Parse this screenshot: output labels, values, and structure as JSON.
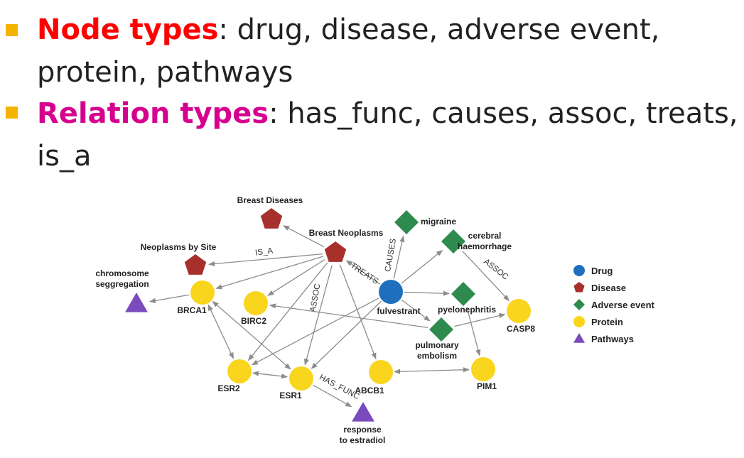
{
  "bullets": [
    {
      "keyword": "Node types",
      "keyword_color": "#ff0000",
      "line1": ": drug, disease, adverse event,",
      "line2": "protein, pathways"
    },
    {
      "keyword": "Relation types",
      "keyword_color": "#d6008f",
      "line1": ": has_func, causes, assoc, treats,",
      "line2": "is_a"
    }
  ],
  "bullet_color": "#f5b400",
  "colors": {
    "drug": "#1f6fbf",
    "disease": "#a8302c",
    "adverse_event": "#2e8b4d",
    "protein": "#f9d51e",
    "pathway": "#7b4bbd",
    "edge": "#8c8c8c"
  },
  "legend": [
    {
      "key": "drug",
      "shape": "circle",
      "label": "Drug"
    },
    {
      "key": "disease",
      "shape": "pentagon",
      "label": "Disease"
    },
    {
      "key": "adverse_event",
      "shape": "diamond",
      "label": "Adverse event"
    },
    {
      "key": "protein",
      "shape": "circle",
      "label": "Protein"
    },
    {
      "key": "pathway",
      "shape": "triangle",
      "label": "Pathways"
    }
  ],
  "nodes": [
    {
      "id": "breast_diseases",
      "type": "disease",
      "label": [
        "Breast Diseases"
      ]
    },
    {
      "id": "breast_neoplasms",
      "type": "disease",
      "label": [
        "Breast Neoplasms"
      ]
    },
    {
      "id": "neoplasms_by_site",
      "type": "disease",
      "label": [
        "Neoplasms by Site"
      ]
    },
    {
      "id": "migraine",
      "type": "adverse_event",
      "label": [
        "migraine"
      ]
    },
    {
      "id": "cerebral_haemorrhage",
      "type": "adverse_event",
      "label": [
        "cerebral",
        "haemorrhage"
      ]
    },
    {
      "id": "pyelonephritis",
      "type": "adverse_event",
      "label": [
        "pyelonephritis"
      ]
    },
    {
      "id": "pulmonary_embolism",
      "type": "adverse_event",
      "label": [
        "pulmonary",
        "embolism"
      ]
    },
    {
      "id": "fulvestrant",
      "type": "drug",
      "label": [
        "fulvestrant"
      ]
    },
    {
      "id": "chromosome_seggregation",
      "type": "pathway",
      "label": [
        "chromosome",
        "seggregation"
      ]
    },
    {
      "id": "response_to_estradiol",
      "type": "pathway",
      "label": [
        "response",
        "to estradiol"
      ]
    },
    {
      "id": "brca1",
      "type": "protein",
      "label": [
        "BRCA1"
      ]
    },
    {
      "id": "birc2",
      "type": "protein",
      "label": [
        "BIRC2"
      ]
    },
    {
      "id": "casp8",
      "type": "protein",
      "label": [
        "CASP8"
      ]
    },
    {
      "id": "esr2",
      "type": "protein",
      "label": [
        "ESR2"
      ]
    },
    {
      "id": "esr1",
      "type": "protein",
      "label": [
        "ESR1"
      ]
    },
    {
      "id": "abcb1",
      "type": "protein",
      "label": [
        "ABCB1"
      ]
    },
    {
      "id": "pim1",
      "type": "protein",
      "label": [
        "PIM1"
      ]
    }
  ],
  "edges": [
    {
      "source": "breast_neoplasms",
      "target": "breast_diseases",
      "label": "",
      "bidirectional": false
    },
    {
      "source": "breast_neoplasms",
      "target": "neoplasms_by_site",
      "label": "IS_A",
      "bidirectional": false
    },
    {
      "source": "breast_neoplasms",
      "target": "brca1",
      "label": "",
      "bidirectional": false
    },
    {
      "source": "breast_neoplasms",
      "target": "birc2",
      "label": "",
      "bidirectional": false
    },
    {
      "source": "breast_neoplasms",
      "target": "esr2",
      "label": "",
      "bidirectional": false
    },
    {
      "source": "breast_neoplasms",
      "target": "esr1",
      "label": "ASSOC",
      "bidirectional": false
    },
    {
      "source": "breast_neoplasms",
      "target": "abcb1",
      "label": "",
      "bidirectional": false
    },
    {
      "source": "fulvestrant",
      "target": "breast_neoplasms",
      "label": "TREATS",
      "bidirectional": false
    },
    {
      "source": "fulvestrant",
      "target": "migraine",
      "label": "CAUSES",
      "bidirectional": false
    },
    {
      "source": "fulvestrant",
      "target": "cerebral_haemorrhage",
      "label": "",
      "bidirectional": false
    },
    {
      "source": "fulvestrant",
      "target": "pyelonephritis",
      "label": "",
      "bidirectional": false
    },
    {
      "source": "fulvestrant",
      "target": "pulmonary_embolism",
      "label": "",
      "bidirectional": false
    },
    {
      "source": "fulvestrant",
      "target": "esr2",
      "label": "",
      "bidirectional": false
    },
    {
      "source": "fulvestrant",
      "target": "esr1",
      "label": "",
      "bidirectional": false
    },
    {
      "source": "cerebral_haemorrhage",
      "target": "casp8",
      "label": "ASSOC",
      "bidirectional": false
    },
    {
      "source": "pulmonary_embolism",
      "target": "birc2",
      "label": "",
      "bidirectional": false
    },
    {
      "source": "pulmonary_embolism",
      "target": "casp8",
      "label": "",
      "bidirectional": false
    },
    {
      "source": "pyelonephritis",
      "target": "pim1",
      "label": "",
      "bidirectional": false
    },
    {
      "source": "brca1",
      "target": "chromosome_seggregation",
      "label": "",
      "bidirectional": false
    },
    {
      "source": "brca1",
      "target": "esr2",
      "label": "",
      "bidirectional": true
    },
    {
      "source": "brca1",
      "target": "esr1",
      "label": "",
      "bidirectional": true
    },
    {
      "source": "esr2",
      "target": "esr1",
      "label": "",
      "bidirectional": true
    },
    {
      "source": "abcb1",
      "target": "pim1",
      "label": "",
      "bidirectional": true
    },
    {
      "source": "esr1",
      "target": "response_to_estradiol",
      "label": "HAS_FUNC",
      "bidirectional": false
    }
  ]
}
